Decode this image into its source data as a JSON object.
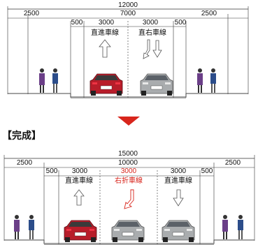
{
  "before": {
    "total_width": "12000",
    "sidewalk_left": "2500",
    "roadway_width": "7000",
    "sidewalk_right": "2500",
    "shoulder_left": "500",
    "lane1_width": "3000",
    "lane2_width": "3000",
    "shoulder_right": "500",
    "lane1_label": "直進車線",
    "lane2_label": "直右車線"
  },
  "completed": {
    "heading": "【完成】",
    "total_width": "15000",
    "sidewalk_left": "2500",
    "roadway_width": "10000",
    "sidewalk_right": "2500",
    "shoulder_left": "500",
    "lane1_width": "3000",
    "lane2_width": "3000",
    "lane3_width": "3000",
    "shoulder_right": "500",
    "lane1_label": "直進車線",
    "lane2_label": "右折車線",
    "lane3_label": "直進車線"
  },
  "colors": {
    "red_car": "#b81d2a",
    "silver_car": "#a9acae",
    "arrow_transition": "#d8251c",
    "right_turn_label": "#d8251c"
  }
}
